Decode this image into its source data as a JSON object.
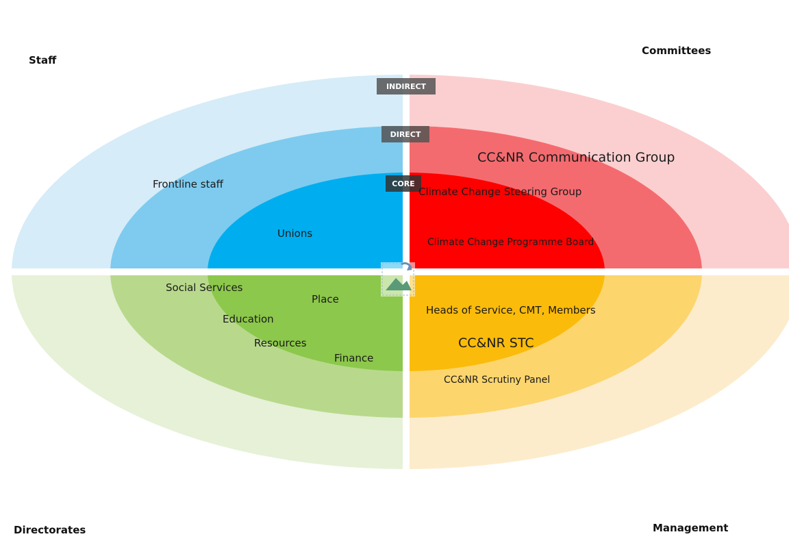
{
  "quadrants": {
    "top_left": "Staff",
    "top_right": "Committees",
    "bottom_left": "Directorates",
    "bottom_right": "Management"
  },
  "rings": {
    "outer": "INDIRECT",
    "middle": "DIRECT",
    "inner": "CORE"
  },
  "staff_items": {
    "frontline": "Frontline staff",
    "unions": "Unions"
  },
  "committee_items": {
    "communication_group": "CC&NR Communication Group",
    "steering_group": "Climate Change Steering Group",
    "programme_board": "Climate Change Programme Board"
  },
  "directorate_items": {
    "social_services": "Social Services",
    "place": "Place",
    "education": "Education",
    "resources": "Resources",
    "finance": "Finance"
  },
  "management_items": {
    "heads": "Heads of Service, CMT, Members",
    "stc": "CC&NR STC",
    "scrutiny": "CC&NR Scrutiny Panel"
  },
  "colors": {
    "staff": [
      "#d6ecf8",
      "#7ecbef",
      "#00aeef"
    ],
    "committees": [
      "#fbcfd0",
      "#f46b6f",
      "#ff0000"
    ],
    "directorates": [
      "#e6f1d8",
      "#b8d98c",
      "#8cc84b"
    ],
    "management": [
      "#fdeccb",
      "#fcd56d",
      "#fbbb0a"
    ],
    "tag_bg": "#555555"
  }
}
